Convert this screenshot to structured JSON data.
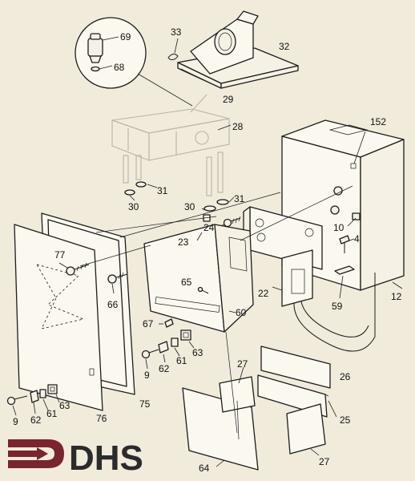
{
  "logo": {
    "text": "DHS",
    "color": "#7a2430"
  },
  "callouts": {
    "c33": "33",
    "c32": "32",
    "c69": "69",
    "c68": "68",
    "c29": "29",
    "c28": "28",
    "c152": "152",
    "c31a": "31",
    "c30a": "30",
    "c30b": "30",
    "c31b": "31",
    "c24": "24",
    "c10": "10",
    "c4": "4",
    "c23": "23",
    "c77": "77",
    "c66": "66",
    "c65": "65",
    "c22": "22",
    "c59": "59",
    "c12": "12",
    "c60": "60",
    "c67": "67",
    "c63a": "63",
    "c61a": "61",
    "c62a": "62",
    "c9a": "9",
    "c27a": "27",
    "c26": "26",
    "c9b": "9",
    "c62b": "62",
    "c61b": "61",
    "c63b": "63",
    "c76": "76",
    "c75": "75",
    "c25": "25",
    "c27b": "27",
    "c64": "64"
  }
}
